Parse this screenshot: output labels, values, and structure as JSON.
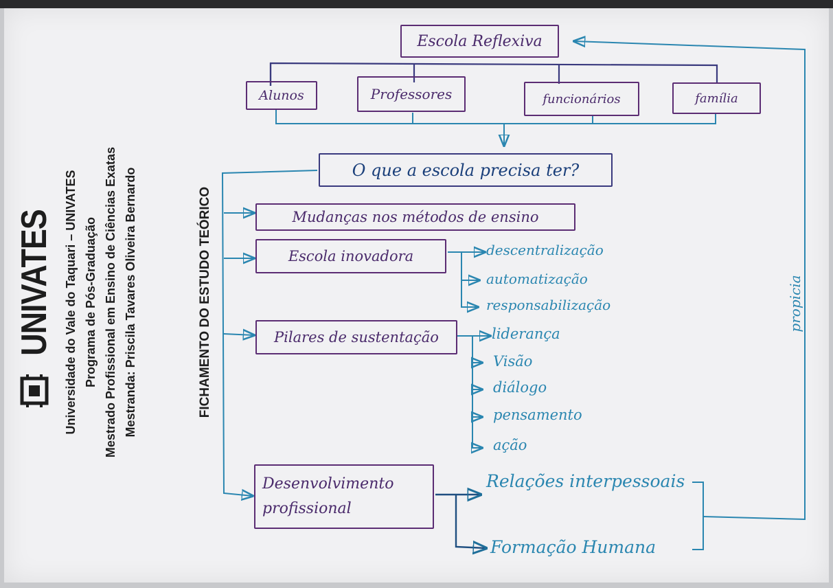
{
  "header": {
    "logo": "UNIVATES",
    "university": "Universidade do Vale do Taquari – UNIVATES",
    "program": "Programa de Pós-Graduação",
    "course": "Mestrado Profissional em Ensino de Ciências Exatas",
    "student": "Mestranda: Priscila Tavares Oliveira Bernardo",
    "subtitle": "FICHAMENTO DO ESTUDO TEÓRICO"
  },
  "diagram": {
    "root": "Escola Reflexiva",
    "actors": [
      "Alunos",
      "Professores",
      "funcionários",
      "família"
    ],
    "question": "O que a escola precisa ter?",
    "needs": {
      "methods": "Mudanças nos métodos de ensino",
      "innovative": "Escola inovadora",
      "pillars": "Pilares de sustentação",
      "development": "Desenvolvimento profissional"
    },
    "innovative_items": [
      "descentralização",
      "automatização",
      "responsabilização"
    ],
    "pillar_items": [
      "liderança",
      "Visão",
      "diálogo",
      "pensamento",
      "ação"
    ],
    "development_items": [
      "Relações interpessoais",
      "Formação Humana"
    ],
    "feedback_label": "propicia"
  },
  "colors": {
    "box_ink": "#5b2c73",
    "line_ink": "#2a86b0",
    "paper": "#f1f1f3"
  }
}
